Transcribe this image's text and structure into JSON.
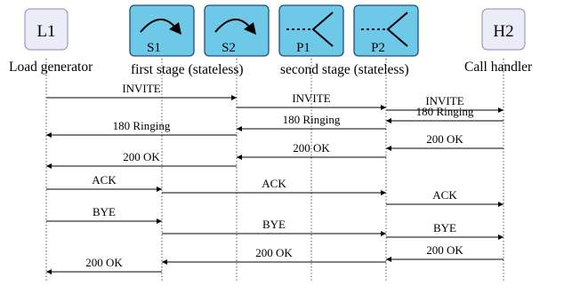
{
  "participants": [
    {
      "id": "L1",
      "label": "L1",
      "caption": "Load generator",
      "kind": "host"
    },
    {
      "id": "S1",
      "label": "S1",
      "caption": "first stage (stateless)",
      "kind": "stateless"
    },
    {
      "id": "S2",
      "label": "S2",
      "caption": "",
      "kind": "stateless"
    },
    {
      "id": "P1",
      "label": "P1",
      "caption": "second stage (stateless)",
      "kind": "proxy"
    },
    {
      "id": "P2",
      "label": "P2",
      "caption": "",
      "kind": "proxy"
    },
    {
      "id": "H2",
      "label": "H2",
      "caption": "Call handler",
      "kind": "host"
    }
  ],
  "colors": {
    "host_fill": "#ececf8",
    "host_stroke": "#8a8ab0",
    "node_fill": "#6ec8e8",
    "node_stroke": "#1e4f7a",
    "line": "#000000"
  },
  "icons": {
    "stateless": "curved-arrow-icon",
    "proxy": "fork-arrow-icon"
  },
  "messages": [
    {
      "label": "INVITE",
      "from": "L1",
      "to": "S2"
    },
    {
      "label": "INVITE",
      "from": "S2",
      "to": "P2"
    },
    {
      "label": "INVITE",
      "from": "P2",
      "to": "H2"
    },
    {
      "label": "180 Ringing",
      "from": "H2",
      "to": "P2"
    },
    {
      "label": "180 Ringing",
      "from": "P2",
      "to": "S2"
    },
    {
      "label": "180 Ringing",
      "from": "S2",
      "to": "L1"
    },
    {
      "label": "200 OK",
      "from": "H2",
      "to": "P2"
    },
    {
      "label": "200 OK",
      "from": "P2",
      "to": "S2"
    },
    {
      "label": "200 OK",
      "from": "S2",
      "to": "L1"
    },
    {
      "label": "ACK",
      "from": "L1",
      "to": "S1"
    },
    {
      "label": "ACK",
      "from": "S1",
      "to": "P2"
    },
    {
      "label": "ACK",
      "from": "P2",
      "to": "H2"
    },
    {
      "label": "BYE",
      "from": "L1",
      "to": "S1"
    },
    {
      "label": "BYE",
      "from": "S1",
      "to": "P2"
    },
    {
      "label": "BYE",
      "from": "P2",
      "to": "H2"
    },
    {
      "label": "200 OK",
      "from": "H2",
      "to": "P2"
    },
    {
      "label": "200 OK",
      "from": "P2",
      "to": "S1"
    },
    {
      "label": "200 OK",
      "from": "S1",
      "to": "L1"
    }
  ]
}
